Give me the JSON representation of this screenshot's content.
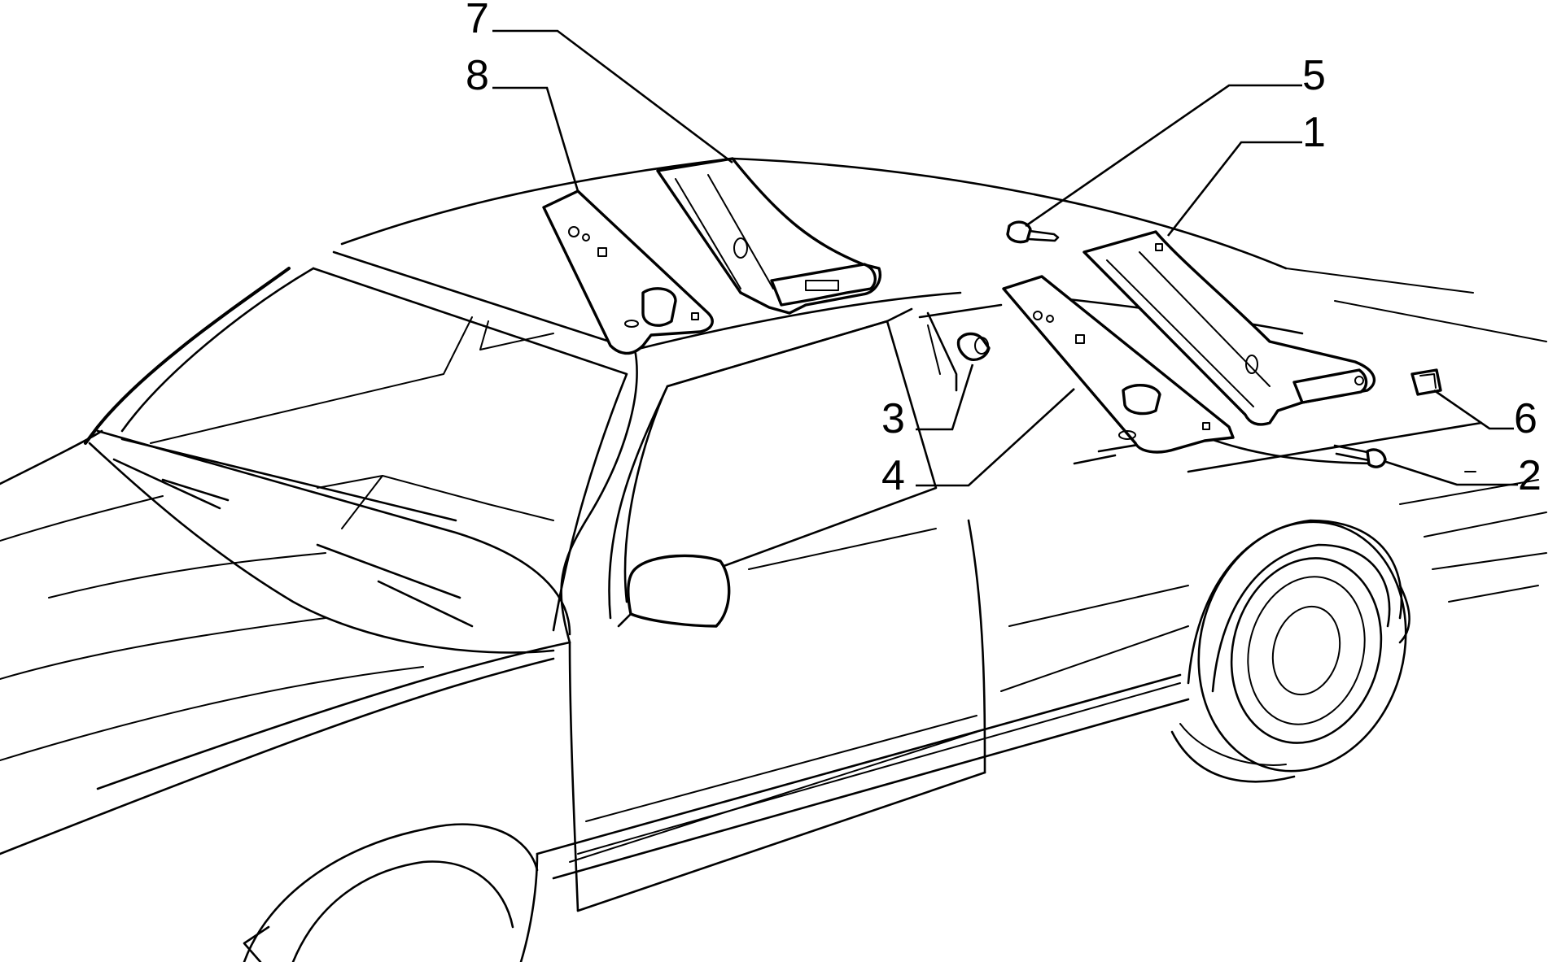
{
  "diagram": {
    "callouts": [
      {
        "id": "callout-1",
        "label": "1"
      },
      {
        "id": "callout-2",
        "label": "2"
      },
      {
        "id": "callout-3",
        "label": "3"
      },
      {
        "id": "callout-4",
        "label": "4"
      },
      {
        "id": "callout-5",
        "label": "5"
      },
      {
        "id": "callout-6",
        "label": "6"
      },
      {
        "id": "callout-7",
        "label": "7"
      },
      {
        "id": "callout-8",
        "label": "8"
      }
    ]
  }
}
